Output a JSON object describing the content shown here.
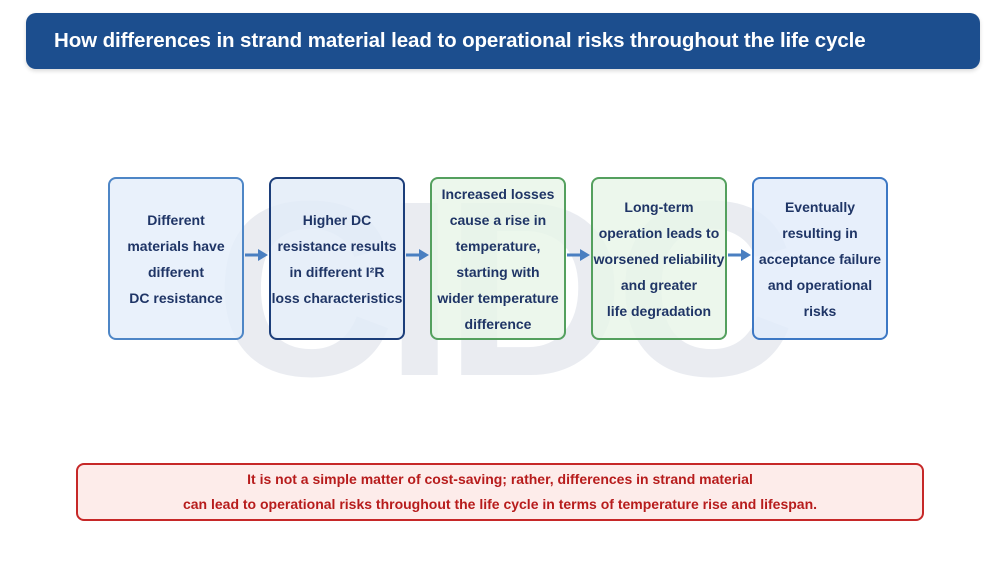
{
  "title": "How differences in strand material lead to operational risks throughout the life cycle",
  "flow_steps": [
    {
      "text": "Different\nmaterials have\ndifferent\nDC resistance",
      "style": "blue-light"
    },
    {
      "text": "Higher DC\nresistance results\nin different I²R\nloss characteristics",
      "style": "blue-dark"
    },
    {
      "text": "Increased losses\ncause a rise in\ntemperature,\nstarting with\nwider temperature\ndifference",
      "style": "green"
    },
    {
      "text": "Long-term\noperation leads to\nworsened reliability\nand greater\nlife degradation",
      "style": "green"
    },
    {
      "text": "Eventually\nresulting in\nacceptance failure\nand operational\nrisks",
      "style": "blue-end"
    }
  ],
  "note": {
    "line1": "It is not a simple matter of cost-saving; rather, differences in strand material",
    "line2": "can lead to operational risks throughout the life cycle in terms of temperature rise and lifespan."
  },
  "watermark": {
    "text": "CIDC",
    "color": "#d7dde6"
  },
  "colors": {
    "title_bg": "#1c4e8e",
    "arrow": "#4a7fc1",
    "note_border": "#c62828",
    "note_text": "#b71c1c",
    "note_bg": "#fdecea"
  }
}
